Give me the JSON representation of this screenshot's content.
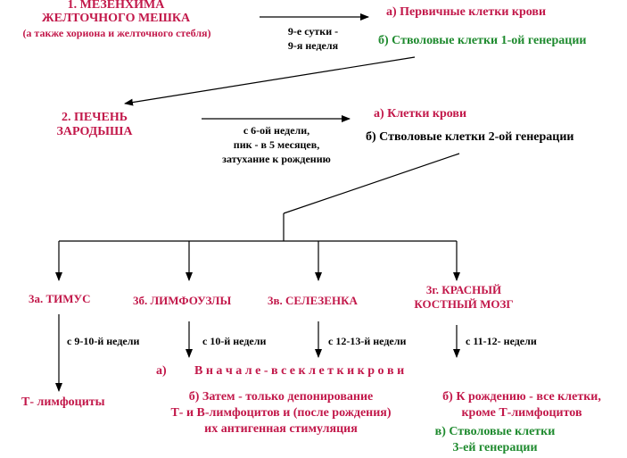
{
  "colors": {
    "red": "#c2184a",
    "green": "#1e8a2e",
    "black": "#000000"
  },
  "stage1": {
    "title_line1": "1.  МЕЗЕНХИМА",
    "title_line2": "ЖЕЛТОЧНОГО МЕШКА",
    "note": "(а также хориона и желточного стебля)",
    "time_line1": "9-е сутки -",
    "time_line2": "9-я неделя",
    "out_a": "а) Первичные клетки крови",
    "out_b": "б) Стволовые клетки 1-ой генерации"
  },
  "stage2": {
    "title_line1": "2.  ПЕЧЕНЬ",
    "title_line2": "ЗАРОДЫША",
    "time_line1": "с 6-ой недели,",
    "time_line2": "пик - в 5 месяцев,",
    "time_line3": "затухание к рождению",
    "out_a": "а) Клетки  крови",
    "out_b": "б) Стволовые клетки 2-ой генерации"
  },
  "stage3": {
    "a_title": "3а.  ТИМУС",
    "a_time": "с 9-10-й недели",
    "a_out": "Т- лимфоциты",
    "b_title": "3б.  ЛИМФОУЗЛЫ",
    "b_time": "с 10-й недели",
    "v_title": "3в.  СЕЛЕЗЕНКА",
    "v_time": "с 12-13-й недели",
    "g_title_line1": "3г.  КРАСНЫЙ",
    "g_title_line2": "КОСТНЫЙ МОЗГ",
    "g_time": "с 11-12- недели",
    "shared_a_label": "а)",
    "shared_a_text": "В н а ч а л е  -  в с е      к л е т к и      к р о в и",
    "shared_b_line1": "б) Затем - только депонирование",
    "shared_b_line2": "Т- и В-лимфоцитов и (после рождения)",
    "shared_b_line3": "их антигенная стимуляция",
    "g_out_b_line1": "б) К рождению - все клетки,",
    "g_out_b_line2": "кроме Т-лимфоцитов",
    "g_out_v_line1": "в) Стволовые клетки",
    "g_out_v_line2": "3-ей генерации"
  }
}
